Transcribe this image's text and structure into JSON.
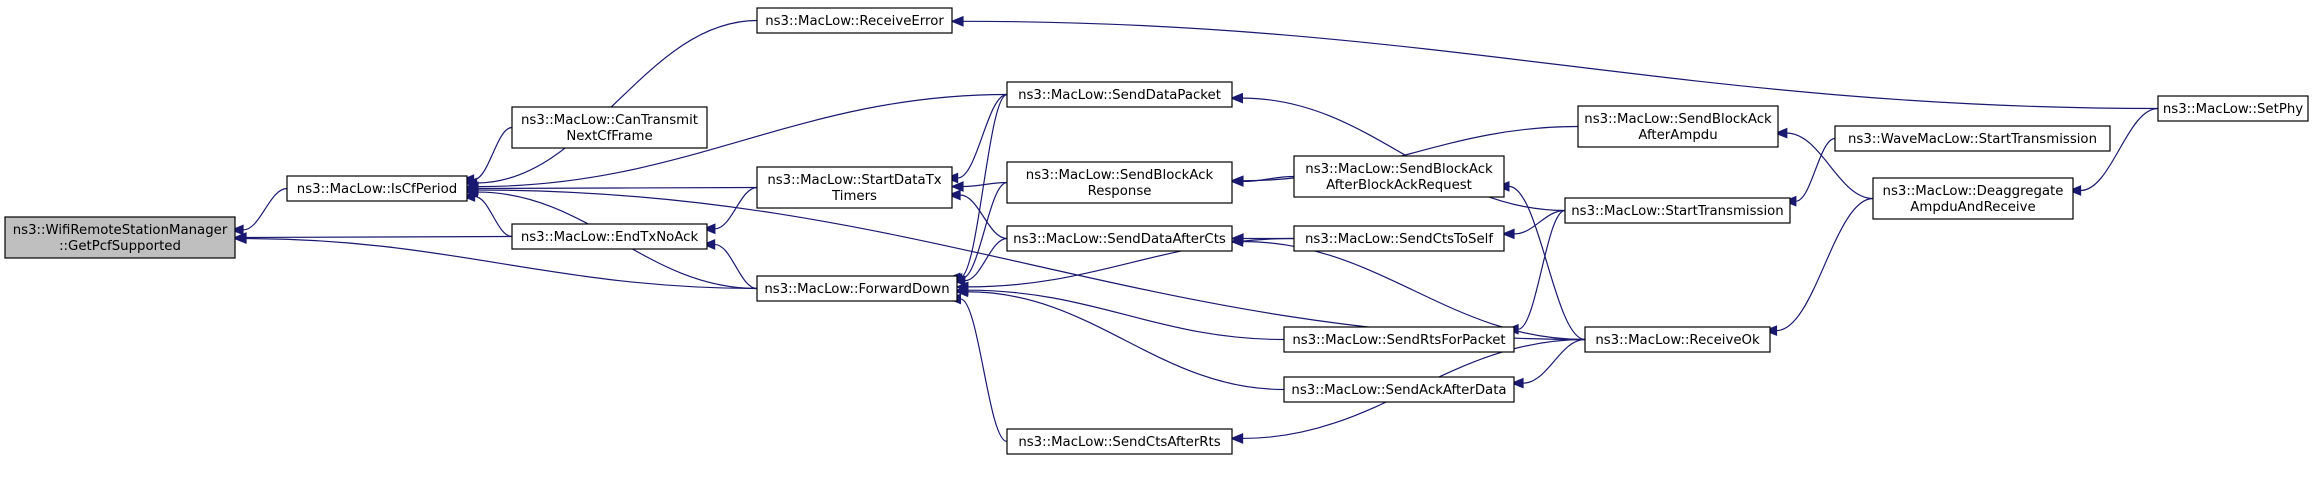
{
  "colors": {
    "edge": "#191970",
    "root_fill": "#bfbfbf",
    "node_fill": "#ffffff",
    "node_stroke": "#000000"
  },
  "nodes": {
    "getpcf": {
      "lines": [
        "ns3::WifiRemoteStationManager",
        "::GetPcfSupported"
      ],
      "root": true
    },
    "iscf": {
      "lines": [
        "ns3::MacLow::IsCfPeriod"
      ]
    },
    "recverr": {
      "lines": [
        "ns3::MacLow::ReceiveError"
      ]
    },
    "cantx": {
      "lines": [
        "ns3::MacLow::CanTransmit",
        "NextCfFrame"
      ]
    },
    "endtx": {
      "lines": [
        "ns3::MacLow::EndTxNoAck"
      ]
    },
    "fwd": {
      "lines": [
        "ns3::MacLow::ForwardDown"
      ]
    },
    "sdtt": {
      "lines": [
        "ns3::MacLow::StartDataTx",
        "Timers"
      ]
    },
    "sdp": {
      "lines": [
        "ns3::MacLow::SendDataPacket"
      ]
    },
    "sbar": {
      "lines": [
        "ns3::MacLow::SendBlockAck",
        "Response"
      ]
    },
    "sdac": {
      "lines": [
        "ns3::MacLow::SendDataAfterCts"
      ]
    },
    "scar": {
      "lines": [
        "ns3::MacLow::SendCtsAfterRts"
      ]
    },
    "sbaa": {
      "lines": [
        "ns3::MacLow::SendBlockAck",
        "AfterBlockAckRequest"
      ]
    },
    "scts": {
      "lines": [
        "ns3::MacLow::SendCtsToSelf"
      ]
    },
    "srfp": {
      "lines": [
        "ns3::MacLow::SendRtsForPacket"
      ]
    },
    "saad": {
      "lines": [
        "ns3::MacLow::SendAckAfterData"
      ]
    },
    "sbaam": {
      "lines": [
        "ns3::MacLow::SendBlockAck",
        "AfterAmpdu"
      ]
    },
    "stx": {
      "lines": [
        "ns3::MacLow::StartTransmission"
      ]
    },
    "rok": {
      "lines": [
        "ns3::MacLow::ReceiveOk"
      ]
    },
    "wstx": {
      "lines": [
        "ns3::WaveMacLow::StartTransmission"
      ]
    },
    "deagg": {
      "lines": [
        "ns3::MacLow::Deaggregate",
        "AmpduAndReceive"
      ]
    },
    "setphy": {
      "lines": [
        "ns3::MacLow::SetPhy"
      ]
    }
  },
  "edges": [
    [
      "iscf",
      "getpcf"
    ],
    [
      "endtx",
      "getpcf"
    ],
    [
      "fwd",
      "getpcf"
    ],
    [
      "recverr",
      "iscf"
    ],
    [
      "sdp",
      "iscf"
    ],
    [
      "cantx",
      "iscf"
    ],
    [
      "endtx",
      "iscf"
    ],
    [
      "sdtt",
      "iscf"
    ],
    [
      "fwd",
      "iscf"
    ],
    [
      "rok",
      "iscf"
    ],
    [
      "setphy",
      "recverr"
    ],
    [
      "fwd",
      "endtx"
    ],
    [
      "sdtt",
      "endtx"
    ],
    [
      "sdp",
      "sdtt"
    ],
    [
      "sbar",
      "sdtt"
    ],
    [
      "sdac",
      "sdtt"
    ],
    [
      "sdp",
      "fwd"
    ],
    [
      "sbar",
      "fwd"
    ],
    [
      "sdac",
      "fwd"
    ],
    [
      "scts",
      "fwd"
    ],
    [
      "srfp",
      "fwd"
    ],
    [
      "saad",
      "fwd"
    ],
    [
      "scar",
      "fwd"
    ],
    [
      "stx",
      "sdp"
    ],
    [
      "sbaam",
      "sbar"
    ],
    [
      "sbaa",
      "sbar"
    ],
    [
      "scts",
      "sdac"
    ],
    [
      "rok",
      "sdac"
    ],
    [
      "rok",
      "scar"
    ],
    [
      "rok",
      "sbaa"
    ],
    [
      "stx",
      "scts"
    ],
    [
      "stx",
      "srfp"
    ],
    [
      "rok",
      "saad"
    ],
    [
      "deagg",
      "sbaam"
    ],
    [
      "wstx",
      "stx"
    ],
    [
      "deagg",
      "rok"
    ],
    [
      "setphy",
      "deagg"
    ]
  ]
}
